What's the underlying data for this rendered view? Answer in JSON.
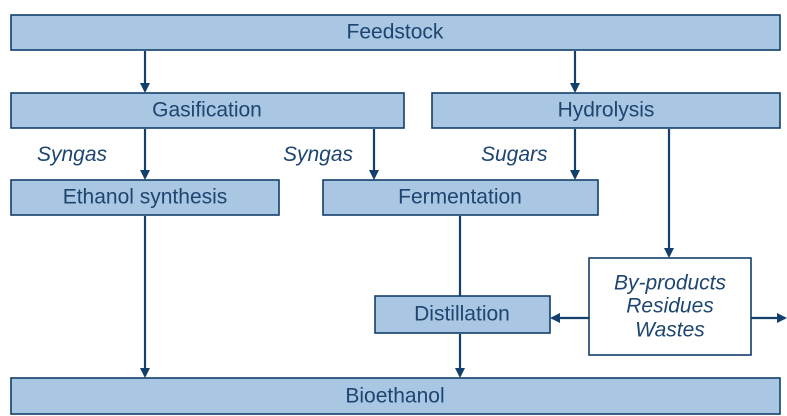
{
  "nodes": {
    "feedstock": "Feedstock",
    "gasification": "Gasification",
    "hydrolysis": "Hydrolysis",
    "ethanol_synthesis": "Ethanol synthesis",
    "fermentation": "Fermentation",
    "distillation": "Distillation",
    "byproducts": {
      "line1": "By-products",
      "line2": "Residues",
      "line3": "Wastes"
    },
    "bioethanol": "Bioethanol"
  },
  "edge_labels": {
    "syngas_left": "Syngas",
    "syngas_right": "Syngas",
    "sugars": "Sugars"
  },
  "colors": {
    "box_fill": "#a9c6e3",
    "stroke": "#123f6b",
    "text": "#1d4570"
  }
}
